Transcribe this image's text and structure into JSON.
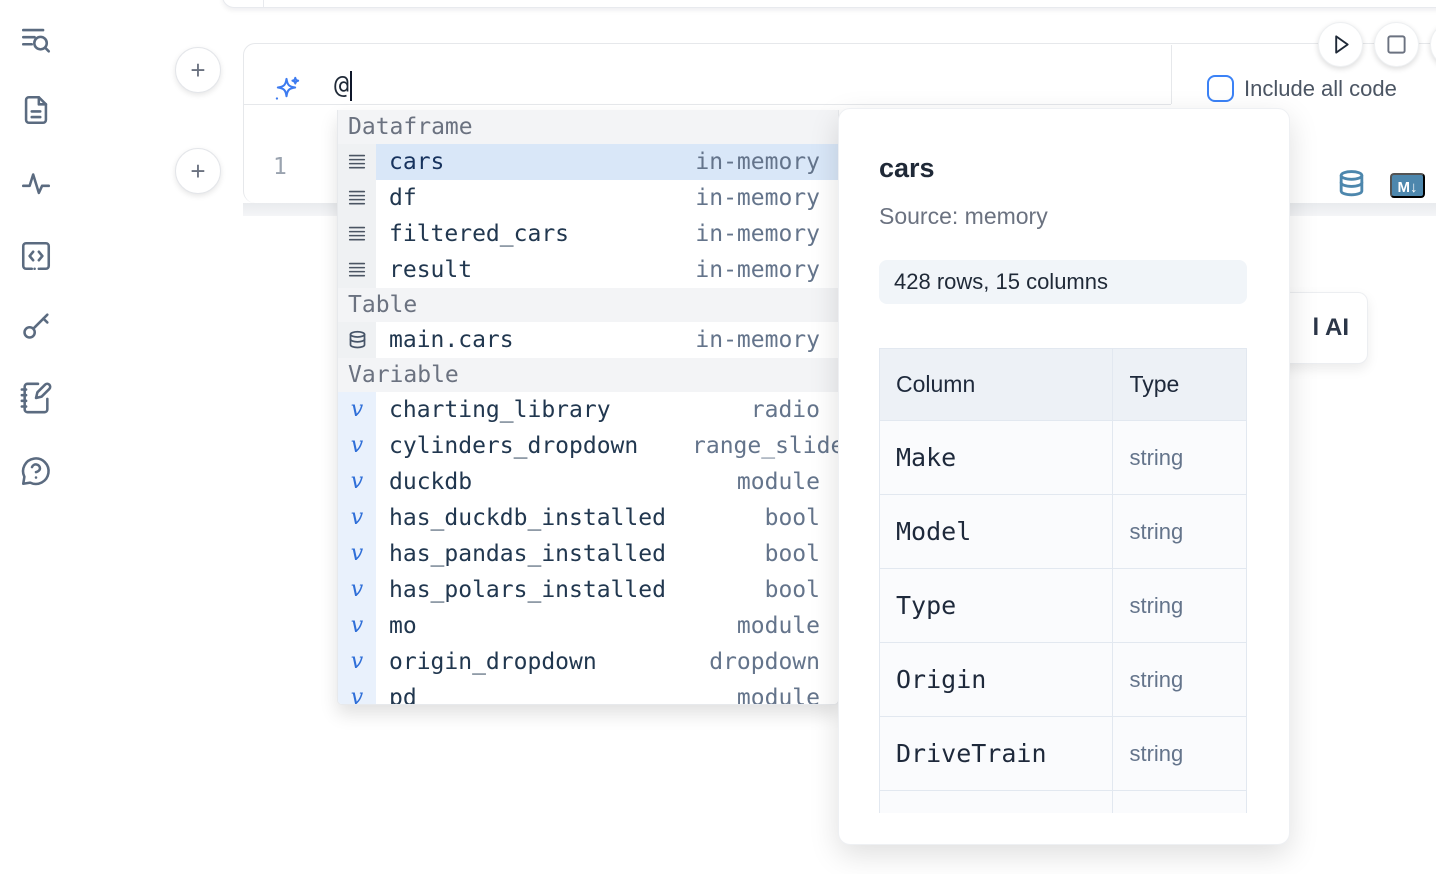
{
  "ui": {
    "plus_glyph": "+"
  },
  "sidebar": {
    "icons": [
      "list-search-icon",
      "file-document-icon",
      "activity-icon",
      "code-snippet-icon",
      "key-icon",
      "notebook-edit-icon",
      "help-chat-icon"
    ]
  },
  "prompt": {
    "value": "@",
    "include_all_code_label": "Include all code",
    "include_all_code_checked": false
  },
  "editor": {
    "line_number": "1",
    "markdown_badge": "M↓"
  },
  "ai_button": {
    "visible_label": "l AI"
  },
  "autocomplete": {
    "sections": [
      {
        "label": "Dataframe",
        "kind": "dataframe",
        "items": [
          {
            "icon": "rows-icon",
            "label": "cars",
            "detail": "in-memory",
            "selected": true
          },
          {
            "icon": "rows-icon",
            "label": "df",
            "detail": "in-memory",
            "selected": false
          },
          {
            "icon": "rows-icon",
            "label": "filtered_cars",
            "detail": "in-memory",
            "selected": false
          },
          {
            "icon": "rows-icon",
            "label": "result",
            "detail": "in-memory",
            "selected": false
          }
        ]
      },
      {
        "label": "Table",
        "kind": "table",
        "items": [
          {
            "icon": "database-icon",
            "label": "main.cars",
            "detail": "in-memory",
            "selected": false
          }
        ]
      },
      {
        "label": "Variable",
        "kind": "variable",
        "items": [
          {
            "icon": "variable-icon",
            "label": "charting_library",
            "detail": "radio",
            "selected": false
          },
          {
            "icon": "variable-icon",
            "label": "cylinders_dropdown",
            "detail": "range_slider",
            "selected": false
          },
          {
            "icon": "variable-icon",
            "label": "duckdb",
            "detail": "module",
            "selected": false
          },
          {
            "icon": "variable-icon",
            "label": "has_duckdb_installed",
            "detail": "bool",
            "selected": false
          },
          {
            "icon": "variable-icon",
            "label": "has_pandas_installed",
            "detail": "bool",
            "selected": false
          },
          {
            "icon": "variable-icon",
            "label": "has_polars_installed",
            "detail": "bool",
            "selected": false
          },
          {
            "icon": "variable-icon",
            "label": "mo",
            "detail": "module",
            "selected": false
          },
          {
            "icon": "variable-icon",
            "label": "origin_dropdown",
            "detail": "dropdown",
            "selected": false
          },
          {
            "icon": "variable-icon",
            "label": "pd",
            "detail": "module",
            "selected": false
          }
        ]
      }
    ]
  },
  "preview": {
    "title": "cars",
    "source_label": "Source: memory",
    "shape": "428 rows, 15 columns",
    "table": {
      "col_header": "Column",
      "type_header": "Type",
      "rows": [
        {
          "name": "Make",
          "type": "string"
        },
        {
          "name": "Model",
          "type": "string"
        },
        {
          "name": "Type",
          "type": "string"
        },
        {
          "name": "Origin",
          "type": "string"
        },
        {
          "name": "DriveTrain",
          "type": "string"
        },
        {
          "name": "",
          "type": ""
        }
      ]
    }
  }
}
